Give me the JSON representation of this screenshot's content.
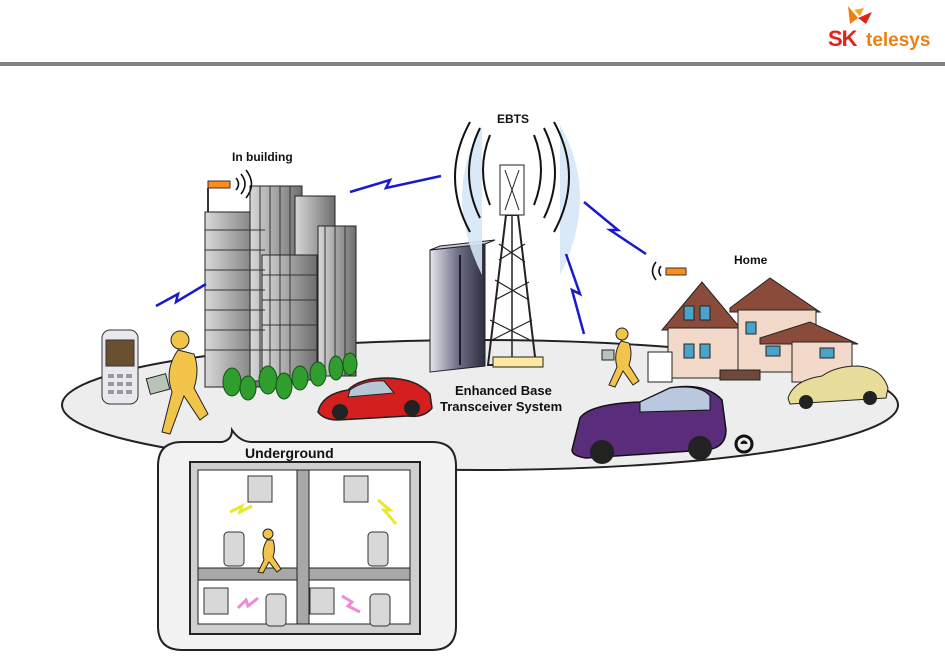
{
  "header": {
    "logo": {
      "brand": "SK",
      "name": "telesys"
    }
  },
  "labels": {
    "ebts": "EBTS",
    "in_building": "In building",
    "home": "Home",
    "enhanced_line1": "Enhanced Base",
    "enhanced_line2": "Transceiver System",
    "underground": "Underground"
  },
  "colors": {
    "logo_red": "#e2231a",
    "logo_orange": "#f07f13",
    "signal_blue": "#1a1acc",
    "signal_yellow": "#e8e832",
    "signal_pink": "#f08ad8",
    "rule_gray": "#808080"
  }
}
